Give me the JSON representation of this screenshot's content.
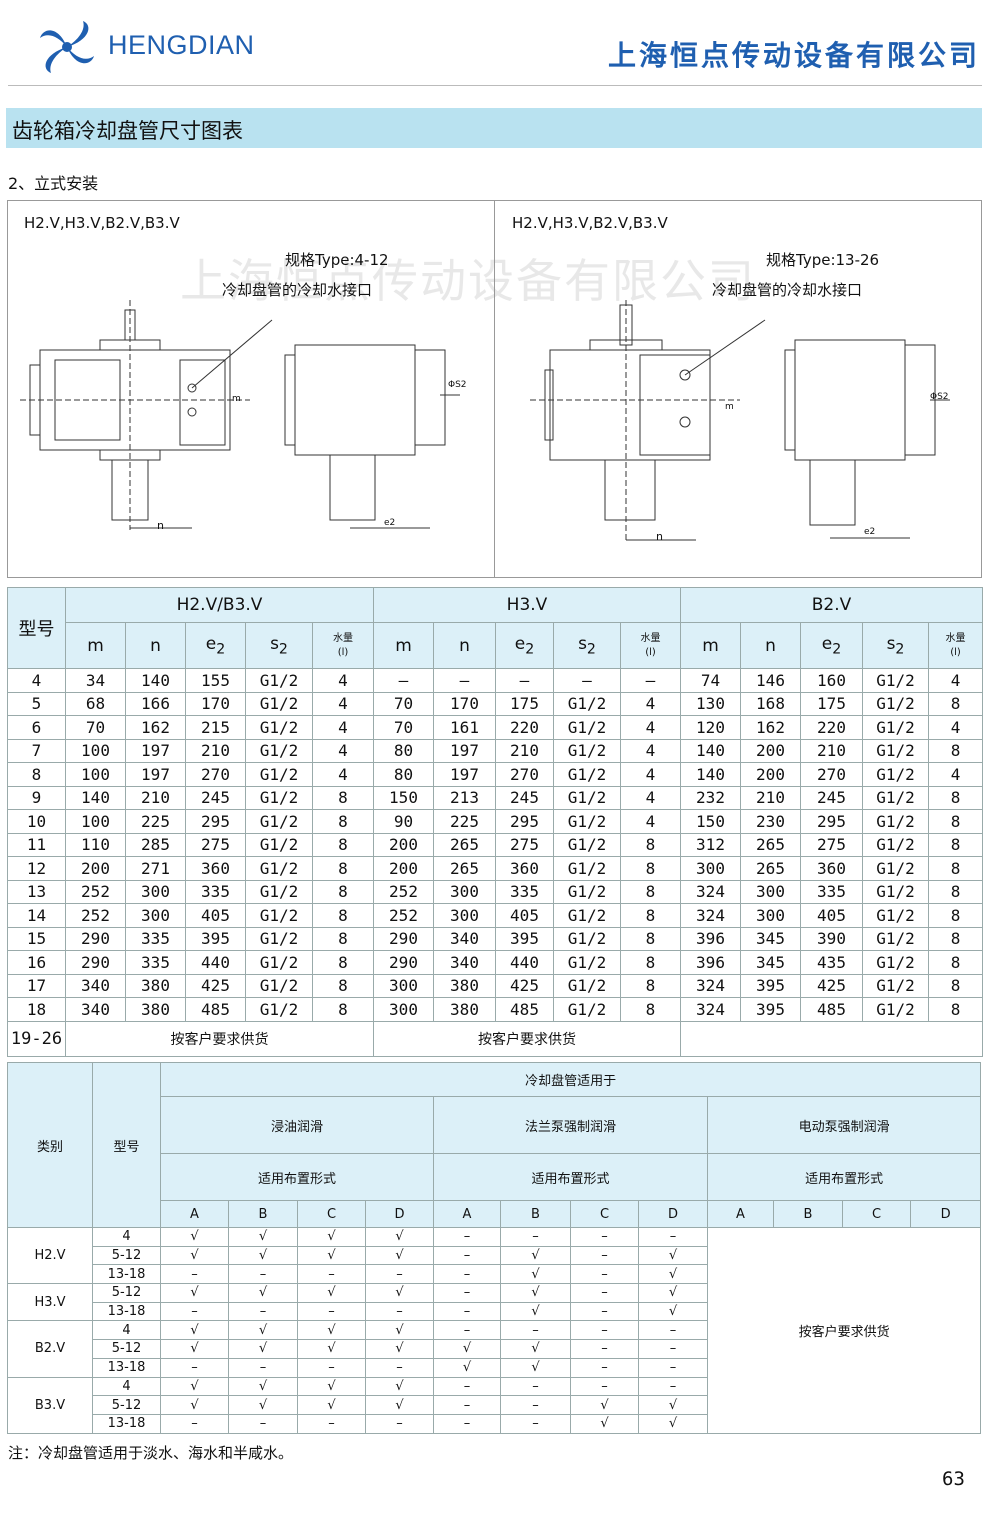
{
  "header": {
    "brand": "HENGDIAN",
    "company": "上海恒点传动设备有限公司",
    "brand_color": "#1f5fb0"
  },
  "title": "齿轮箱冷却盘管尺寸图表",
  "section": "2、立式安装",
  "watermark": "上海恒点传动设备有限公司",
  "drawings": [
    {
      "models": "H2.V,H3.V,B2.V,B3.V",
      "type": "规格Type:4-12",
      "caption": "冷却盘管的冷却水接口",
      "dims": [
        "n",
        "m",
        "e2",
        "ΦS2"
      ]
    },
    {
      "models": "H2.V,H3.V,B2.V,B3.V",
      "type": "规格Type:13-26",
      "caption": "冷却盘管的冷却水接口",
      "dims": [
        "n",
        "m",
        "e2",
        "ΦS2"
      ]
    }
  ],
  "table1": {
    "model_header": "型号",
    "groups": [
      "H2.V/B3.V",
      "H3.V",
      "B2.V"
    ],
    "cols": [
      "m",
      "n",
      "e",
      "s",
      "水量"
    ],
    "sub": "2",
    "unit": "(l)",
    "rows": [
      [
        "4",
        "34",
        "140",
        "155",
        "G1/2",
        "4",
        "–",
        "–",
        "–",
        "–",
        "–",
        "74",
        "146",
        "160",
        "G1/2",
        "4"
      ],
      [
        "5",
        "68",
        "166",
        "170",
        "G1/2",
        "4",
        "70",
        "170",
        "175",
        "G1/2",
        "4",
        "130",
        "168",
        "175",
        "G1/2",
        "8"
      ],
      [
        "6",
        "70",
        "162",
        "215",
        "G1/2",
        "4",
        "70",
        "161",
        "220",
        "G1/2",
        "4",
        "120",
        "162",
        "220",
        "G1/2",
        "4"
      ],
      [
        "7",
        "100",
        "197",
        "210",
        "G1/2",
        "4",
        "80",
        "197",
        "210",
        "G1/2",
        "4",
        "140",
        "200",
        "210",
        "G1/2",
        "8"
      ],
      [
        "8",
        "100",
        "197",
        "270",
        "G1/2",
        "4",
        "80",
        "197",
        "270",
        "G1/2",
        "4",
        "140",
        "200",
        "270",
        "G1/2",
        "4"
      ],
      [
        "9",
        "140",
        "210",
        "245",
        "G1/2",
        "8",
        "150",
        "213",
        "245",
        "G1/2",
        "4",
        "232",
        "210",
        "245",
        "G1/2",
        "8"
      ],
      [
        "10",
        "100",
        "225",
        "295",
        "G1/2",
        "8",
        "90",
        "225",
        "295",
        "G1/2",
        "4",
        "150",
        "230",
        "295",
        "G1/2",
        "8"
      ],
      [
        "11",
        "110",
        "285",
        "275",
        "G1/2",
        "8",
        "200",
        "265",
        "275",
        "G1/2",
        "8",
        "312",
        "265",
        "275",
        "G1/2",
        "8"
      ],
      [
        "12",
        "200",
        "271",
        "360",
        "G1/2",
        "8",
        "200",
        "265",
        "360",
        "G1/2",
        "8",
        "300",
        "265",
        "360",
        "G1/2",
        "8"
      ],
      [
        "13",
        "252",
        "300",
        "335",
        "G1/2",
        "8",
        "252",
        "300",
        "335",
        "G1/2",
        "8",
        "324",
        "300",
        "335",
        "G1/2",
        "8"
      ],
      [
        "14",
        "252",
        "300",
        "405",
        "G1/2",
        "8",
        "252",
        "300",
        "405",
        "G1/2",
        "8",
        "324",
        "300",
        "405",
        "G1/2",
        "8"
      ],
      [
        "15",
        "290",
        "335",
        "395",
        "G1/2",
        "8",
        "290",
        "340",
        "395",
        "G1/2",
        "8",
        "396",
        "345",
        "390",
        "G1/2",
        "8"
      ],
      [
        "16",
        "290",
        "335",
        "440",
        "G1/2",
        "8",
        "290",
        "340",
        "440",
        "G1/2",
        "8",
        "396",
        "345",
        "435",
        "G1/2",
        "8"
      ],
      [
        "17",
        "340",
        "380",
        "425",
        "G1/2",
        "8",
        "300",
        "380",
        "425",
        "G1/2",
        "8",
        "324",
        "395",
        "425",
        "G1/2",
        "8"
      ],
      [
        "18",
        "340",
        "380",
        "485",
        "G1/2",
        "8",
        "300",
        "380",
        "485",
        "G1/2",
        "8",
        "324",
        "395",
        "485",
        "G1/2",
        "8"
      ]
    ],
    "last_row": {
      "model": "19-26",
      "h2": "按客户要求供货",
      "h3": "按客户要求供货"
    }
  },
  "table2": {
    "category": "类别",
    "model": "型号",
    "applies": "冷却盘管适用于",
    "lubrication": [
      "浸油润滑",
      "法兰泵强制润滑",
      "电动泵强制润滑"
    ],
    "layout": "适用布置形式",
    "letters": [
      "A",
      "B",
      "C",
      "D"
    ],
    "electric_note": "按客户要求供货",
    "groups": [
      {
        "name": "H2.V",
        "rows": [
          {
            "model": "4",
            "v": [
              "√",
              "√",
              "√",
              "√",
              "–",
              "–",
              "–",
              "–"
            ]
          },
          {
            "model": "5-12",
            "v": [
              "√",
              "√",
              "√",
              "√",
              "–",
              "√",
              "–",
              "√"
            ]
          },
          {
            "model": "13-18",
            "v": [
              "–",
              "–",
              "–",
              "–",
              "–",
              "√",
              "–",
              "√"
            ]
          }
        ]
      },
      {
        "name": "H3.V",
        "rows": [
          {
            "model": "5-12",
            "v": [
              "√",
              "√",
              "√",
              "√",
              "–",
              "√",
              "–",
              "√"
            ]
          },
          {
            "model": "13-18",
            "v": [
              "–",
              "–",
              "–",
              "–",
              "–",
              "√",
              "–",
              "√"
            ]
          }
        ]
      },
      {
        "name": "B2.V",
        "rows": [
          {
            "model": "4",
            "v": [
              "√",
              "√",
              "√",
              "√",
              "–",
              "–",
              "–",
              "–"
            ]
          },
          {
            "model": "5-12",
            "v": [
              "√",
              "√",
              "√",
              "√",
              "√",
              "√",
              "–",
              "–"
            ]
          },
          {
            "model": "13-18",
            "v": [
              "–",
              "–",
              "–",
              "–",
              "√",
              "√",
              "–",
              "–"
            ]
          }
        ]
      },
      {
        "name": "B3.V",
        "rows": [
          {
            "model": "4",
            "v": [
              "√",
              "√",
              "√",
              "√",
              "–",
              "–",
              "–",
              "–"
            ]
          },
          {
            "model": "5-12",
            "v": [
              "√",
              "√",
              "√",
              "√",
              "–",
              "–",
              "√",
              "√"
            ]
          },
          {
            "model": "13-18",
            "v": [
              "–",
              "–",
              "–",
              "–",
              "–",
              "–",
              "√",
              "√"
            ]
          }
        ]
      }
    ]
  },
  "note": "注：冷却盘管适用于淡水、海水和半咸水。",
  "page_number": "63"
}
